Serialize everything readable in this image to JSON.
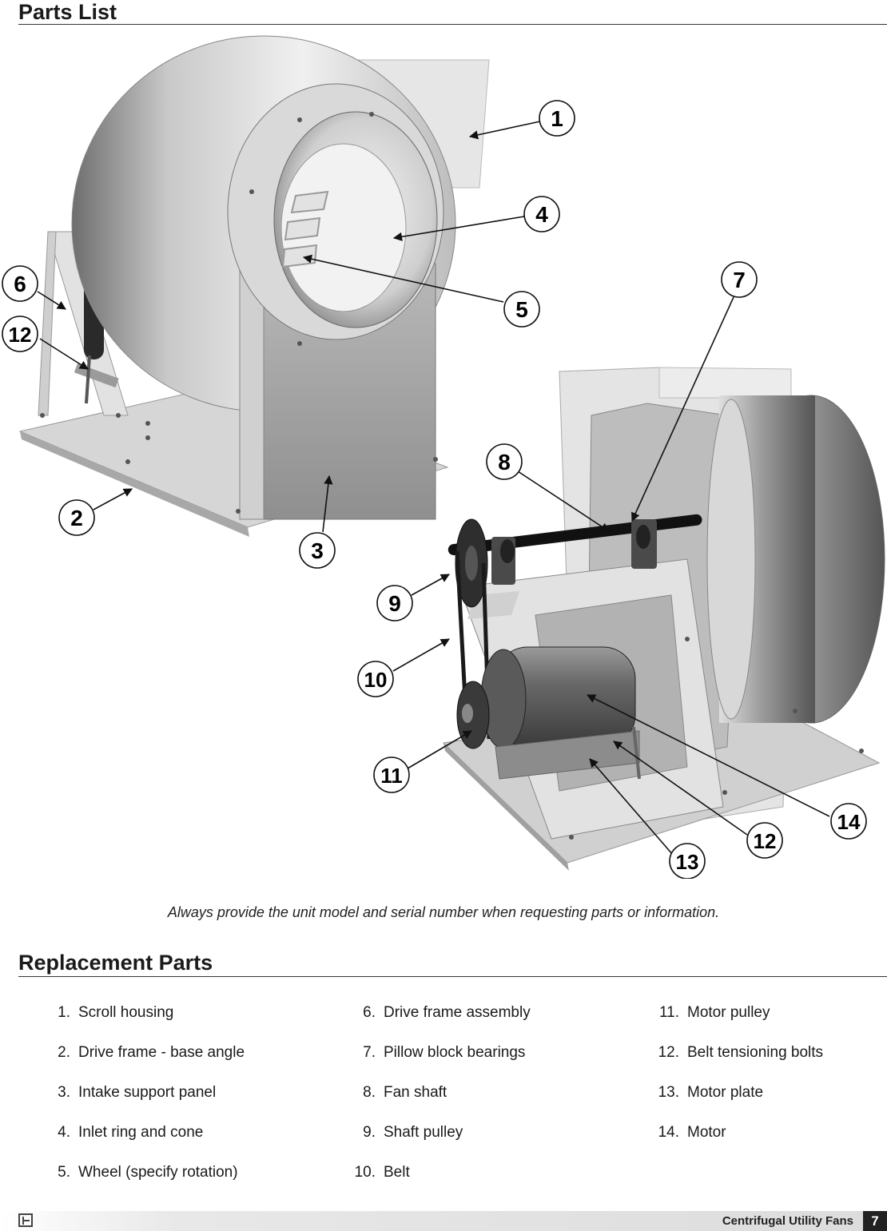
{
  "header": {
    "title": "Parts List"
  },
  "figure": {
    "callouts": [
      {
        "id": "c1",
        "label": "1"
      },
      {
        "id": "c2",
        "label": "2"
      },
      {
        "id": "c3",
        "label": "3"
      },
      {
        "id": "c4",
        "label": "4"
      },
      {
        "id": "c5",
        "label": "5"
      },
      {
        "id": "c6",
        "label": "6"
      },
      {
        "id": "c7",
        "label": "7"
      },
      {
        "id": "c8",
        "label": "8"
      },
      {
        "id": "c9",
        "label": "9"
      },
      {
        "id": "c10",
        "label": "10"
      },
      {
        "id": "c11",
        "label": "11"
      },
      {
        "id": "c12a",
        "label": "12"
      },
      {
        "id": "c12b",
        "label": "12"
      },
      {
        "id": "c13",
        "label": "13"
      },
      {
        "id": "c14",
        "label": "14"
      }
    ]
  },
  "note": "Always provide the unit model and serial number when requesting parts or information.",
  "replacement": {
    "title": "Replacement Parts",
    "columns": [
      [
        {
          "num": "1.",
          "label": "Scroll housing"
        },
        {
          "num": "2.",
          "label": "Drive frame - base angle"
        },
        {
          "num": "3.",
          "label": "Intake support panel"
        },
        {
          "num": "4.",
          "label": "Inlet ring and cone"
        },
        {
          "num": "5.",
          "label": "Wheel (specify rotation)"
        }
      ],
      [
        {
          "num": "6.",
          "label": "Drive frame assembly"
        },
        {
          "num": "7.",
          "label": "Pillow block bearings"
        },
        {
          "num": "8.",
          "label": "Fan shaft"
        },
        {
          "num": "9.",
          "label": "Shaft pulley"
        },
        {
          "num": "10.",
          "label": "Belt"
        }
      ],
      [
        {
          "num": "11.",
          "label": "Motor pulley"
        },
        {
          "num": "12.",
          "label": "Belt tensioning bolts"
        },
        {
          "num": "13.",
          "label": "Motor plate"
        },
        {
          "num": "14.",
          "label": "Motor"
        }
      ]
    ]
  },
  "footer": {
    "title": "Centrifugal Utility Fans",
    "page": "7"
  }
}
